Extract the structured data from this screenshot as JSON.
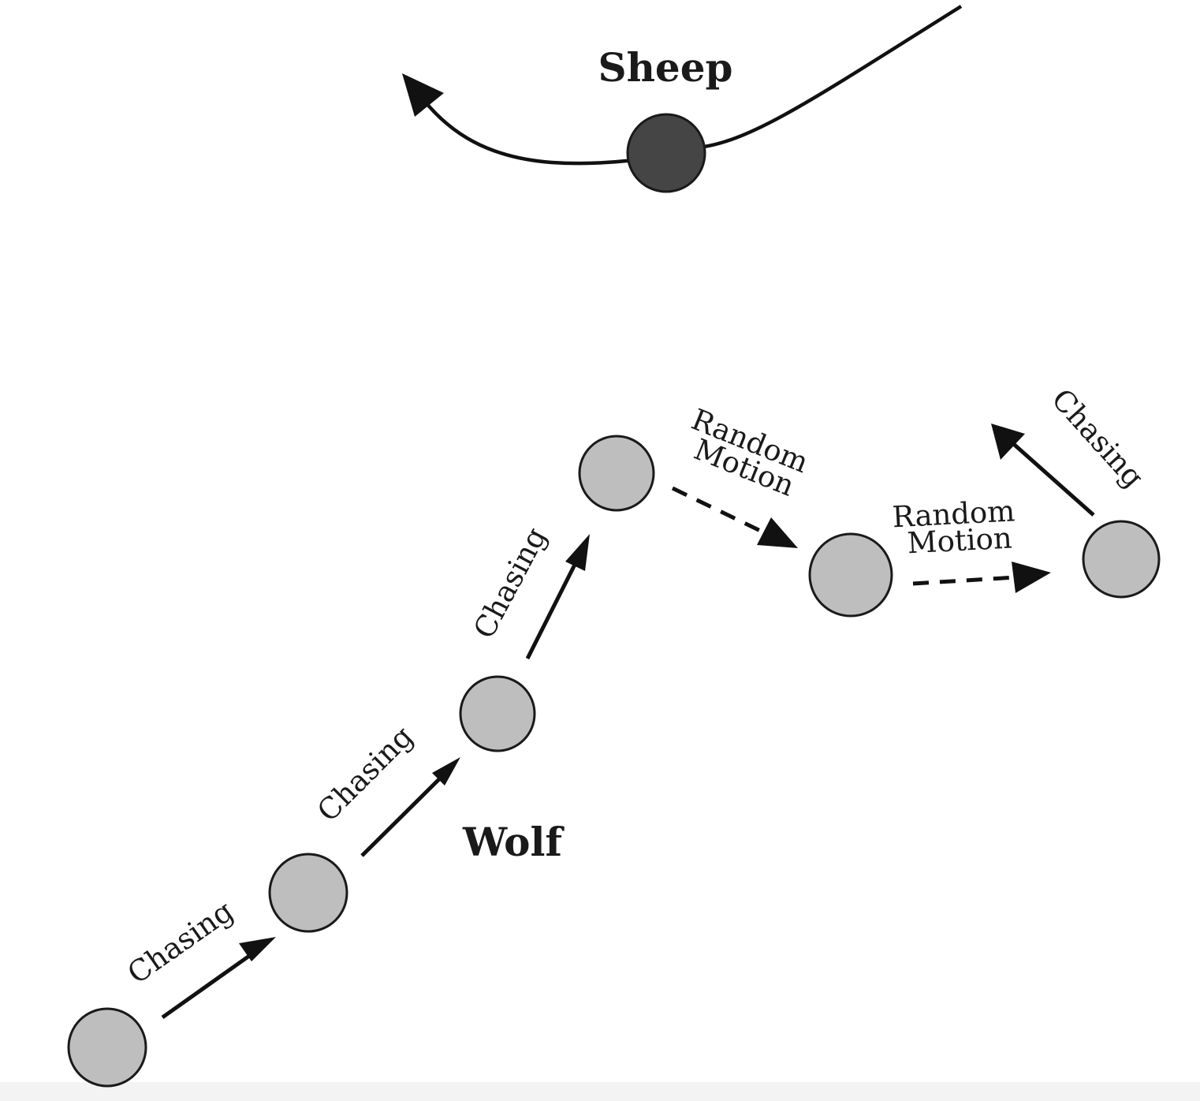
{
  "sheep": {
    "label": "Sheep",
    "fill_color": "#454545"
  },
  "wolf": {
    "label": "Wolf",
    "fill_color": "#bebebe"
  },
  "transitions": [
    {
      "mode": "chasing",
      "line_style": "solid",
      "lines": [
        "Chasing"
      ]
    },
    {
      "mode": "chasing",
      "line_style": "solid",
      "lines": [
        "Chasing"
      ]
    },
    {
      "mode": "chasing",
      "line_style": "solid",
      "lines": [
        "Chasing"
      ]
    },
    {
      "mode": "random",
      "line_style": "dashed",
      "lines": [
        "Random",
        "Motion"
      ]
    },
    {
      "mode": "random",
      "line_style": "dashed",
      "lines": [
        "Random",
        "Motion"
      ]
    },
    {
      "mode": "chasing",
      "line_style": "solid",
      "lines": [
        "Chasing"
      ]
    }
  ]
}
